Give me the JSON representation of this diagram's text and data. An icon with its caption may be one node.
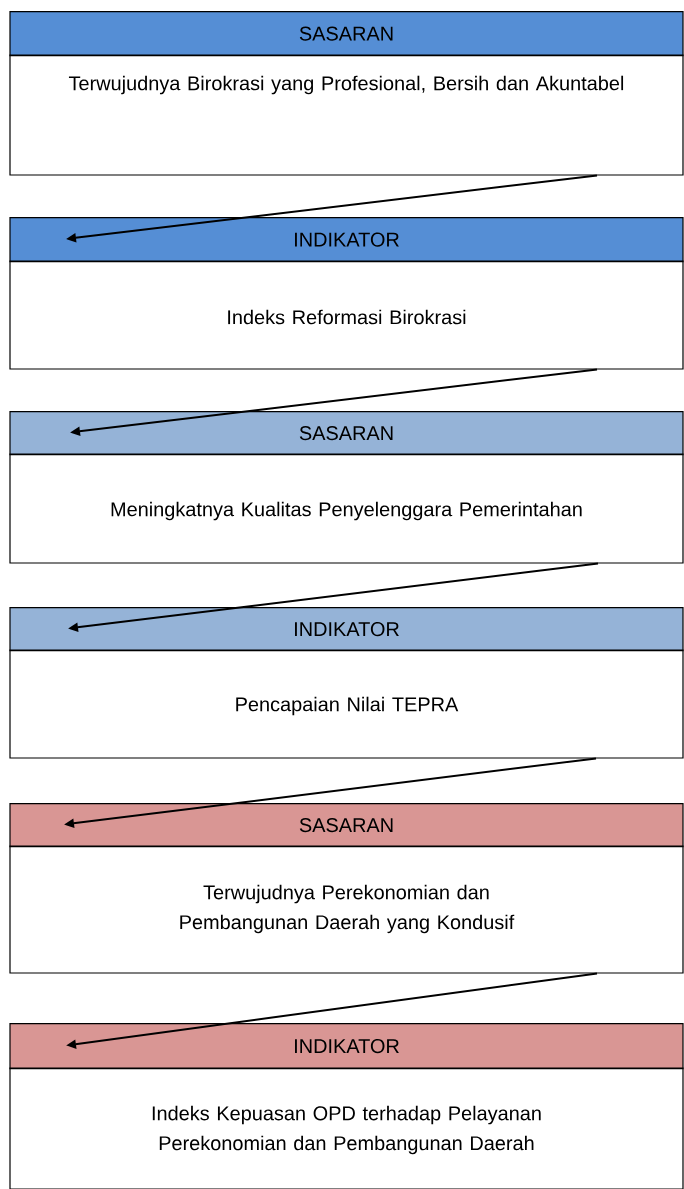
{
  "diagram": {
    "nodes": [
      {
        "text": [
          "SASARAN",
          "Terwujudnya Birokrasi yang Profesional, Bersih dan Akuntabel"
        ]
      },
      {
        "text": [
          "INDIKATOR",
          "Indeks Reformasi Birokrasi"
        ]
      },
      {
        "text": [
          "SASARAN",
          "Meningkatnya Kualitas Penyelenggara Pemerintahan"
        ]
      },
      {
        "text": [
          "INDIKATOR",
          "Pencapaian Nilai TEPRA"
        ]
      },
      {
        "text": [
          "SASARAN",
          "Terwujudnya Perekonomian dan Pembangunan Daerah yang Kondusif"
        ]
      },
      {
        "text": [
          "INDIKATOR",
          "Indeks Kepuasan OPD terhadap Pelayanan Perekonomian dan Pembangunan Daerah"
        ]
      }
    ],
    "edges": [
      {
        "from": 0,
        "to": 1,
        "arrow": "to"
      },
      {
        "from": 1,
        "to": 2,
        "arrow": "to"
      },
      {
        "from": 2,
        "to": 3,
        "arrow": "to"
      },
      {
        "from": 3,
        "to": 4,
        "arrow": "to"
      },
      {
        "from": 4,
        "to": 5,
        "arrow": "to"
      }
    ]
  }
}
